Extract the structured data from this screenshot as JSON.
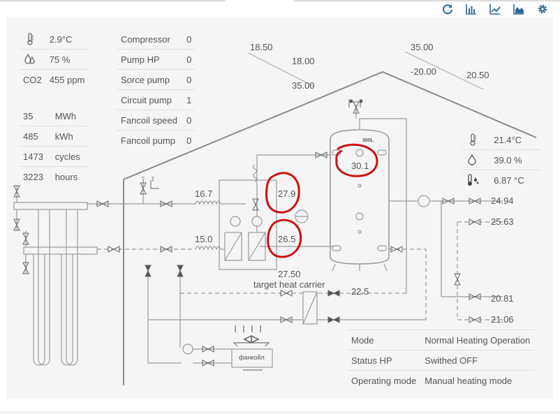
{
  "toolbar": {
    "buttons": [
      {
        "name": "refresh-button",
        "icon": "refresh-icon"
      },
      {
        "name": "bar-chart-button",
        "icon": "bar-chart-icon"
      },
      {
        "name": "line-chart-button",
        "icon": "line-chart-icon"
      },
      {
        "name": "area-chart-button",
        "icon": "area-chart-icon"
      },
      {
        "name": "settings-button",
        "icon": "gear-icon"
      }
    ],
    "accent": "#2d6a96"
  },
  "climate": {
    "temperature": "2.9°C",
    "humidity": "75 %",
    "co2_label": "CO2",
    "co2_value": "455 ppm"
  },
  "counters": [
    {
      "value": "35",
      "unit": "MWh"
    },
    {
      "value": "485",
      "unit": "kWh"
    },
    {
      "value": "1473",
      "unit": "cycles"
    },
    {
      "value": "3223",
      "unit": "hours"
    }
  ],
  "states": [
    {
      "label": "Compressor",
      "value": "0"
    },
    {
      "label": "Pump HP",
      "value": "0"
    },
    {
      "label": "Sorce pump",
      "value": "0"
    },
    {
      "label": "Circuit pump",
      "value": "1"
    },
    {
      "label": "Fancoil speed",
      "value": "0"
    },
    {
      "label": "Fancoil pump",
      "value": "0"
    }
  ],
  "curve": {
    "left_top": "18.50",
    "left_mid": "18.00",
    "left_bottom": "35.00",
    "right_top": "35.00",
    "right_left": "-20.00",
    "right_right": "20.50"
  },
  "indoor": {
    "temperature": "21.4°C",
    "humidity": "39.0 %",
    "dewpoint": "6.87 °C"
  },
  "diagram": {
    "tank_volume": "300L",
    "tank_temp": "30.1",
    "supply_source": "16.7",
    "return_source": "15.0",
    "hp_out": "27.9",
    "hp_in": "26.5",
    "target_value": "27.50",
    "target_label": "target heat carrier",
    "circuit_temp": "22.5",
    "out1": "24.94",
    "out2": "25.63",
    "out3": "20.81",
    "out4": "21.06",
    "fancoil_label": "фанкойл",
    "highlight_color": "#cc1111"
  },
  "mode": [
    {
      "label": "Mode",
      "value": "Normal Heating Operation"
    },
    {
      "label": "Status HP",
      "value": "Swithed OFF"
    },
    {
      "label": "Operating mode",
      "value": "Manual heating mode"
    }
  ]
}
